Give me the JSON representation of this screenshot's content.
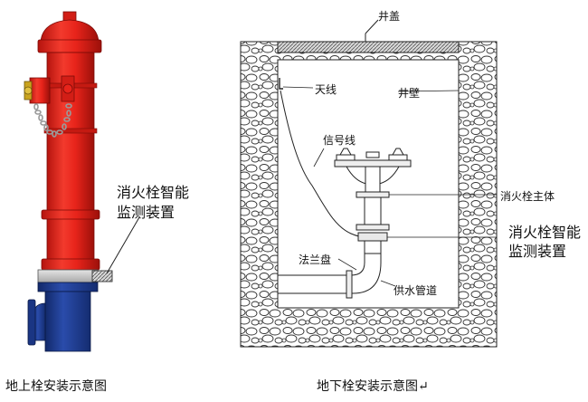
{
  "left_figure": {
    "device_label_line1": "消火栓智能",
    "device_label_line2": "监测装置",
    "caption": "地上栓安装示意图"
  },
  "right_figure": {
    "labels": {
      "well_cover": "井盖",
      "antenna": "天线",
      "well_wall": "井壁",
      "signal_line": "信号线",
      "hydrant_body": "消火栓主体",
      "device_line1": "消火栓智能",
      "device_line2": "监测装置",
      "flange": "法兰盘",
      "supply_pipe": "供水管道"
    },
    "caption": "地下栓安装示意图↵"
  },
  "colors": {
    "hydrant_red": "#e8241b",
    "hydrant_dark_red": "#b5140e",
    "base_blue": "#1f3c8f",
    "collar_gray": "#c9c9c9",
    "stone_fill": "#ffffff",
    "stroke": "#222222"
  }
}
